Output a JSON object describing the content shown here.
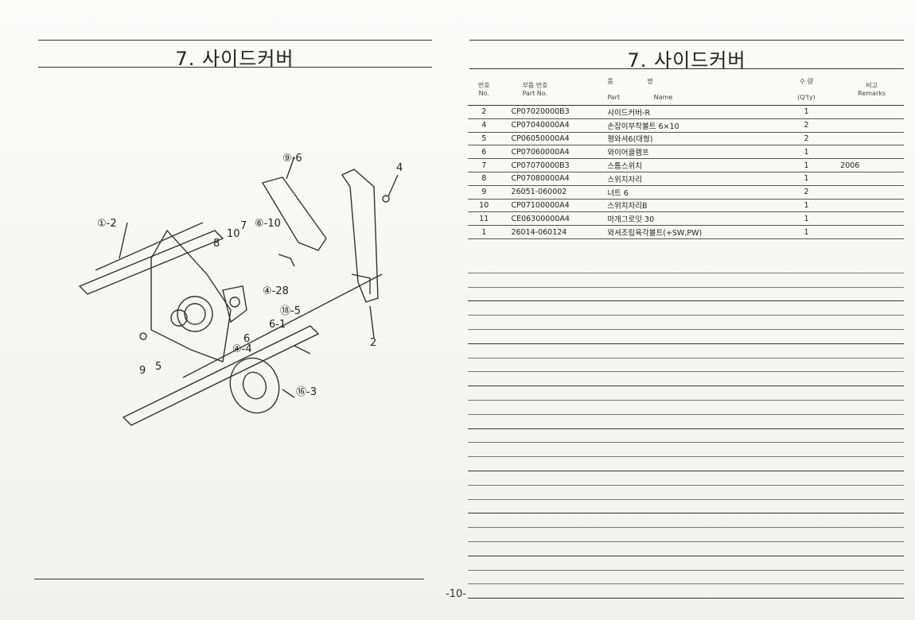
{
  "left": {
    "title": "7. 사이드커버"
  },
  "right": {
    "title": "7. 사이드커버"
  },
  "diagram_labels": {
    "l1": "①-2",
    "l2": "⑨-6",
    "l3": "4",
    "l4": "10",
    "l5": "7",
    "l6": "⑥-10",
    "l7": "8",
    "l8": "④-28",
    "l9": "⑱-5",
    "l10": "6-1",
    "l11": "6",
    "l12": "④-4",
    "l13": "9",
    "l14": "5",
    "l15": "⑯-3",
    "l16": "2"
  },
  "table": {
    "headers": {
      "no_ko": "번호",
      "no_en": "No.",
      "part_ko": "부품 번호",
      "part_en": "Part No.",
      "name_ko_1": "품",
      "name_ko_2": "명",
      "name_en_1": "Part",
      "name_en_2": "Name",
      "qty_ko": "수 량",
      "qty_en": "(Q'ty)",
      "rem_ko": "비고",
      "rem_en": "Remarks"
    },
    "rows": [
      {
        "no": "2",
        "part": "CP07020000B3",
        "name": "사이드커버-R",
        "qty": "1",
        "remarks": ""
      },
      {
        "no": "4",
        "part": "CP07040000A4",
        "name": "손잡이부착볼트 6×10",
        "qty": "2",
        "remarks": ""
      },
      {
        "no": "5",
        "part": "CP06050000A4",
        "name": "평와셔6(대형)",
        "qty": "2",
        "remarks": ""
      },
      {
        "no": "6",
        "part": "CP07060000A4",
        "name": "와이어클램프",
        "qty": "1",
        "remarks": ""
      },
      {
        "no": "7",
        "part": "CP07070000B3",
        "name": "스톱스위치",
        "qty": "1",
        "remarks": "2006"
      },
      {
        "no": "8",
        "part": "CP07080000A4",
        "name": "스위치자리",
        "qty": "1",
        "remarks": ""
      },
      {
        "no": "9",
        "part": "26051-060002",
        "name": "너트 6",
        "qty": "2",
        "remarks": ""
      },
      {
        "no": "10",
        "part": "CP07100000A4",
        "name": "스위치자리B",
        "qty": "1",
        "remarks": ""
      },
      {
        "no": "11",
        "part": "CE06300000A4",
        "name": "마개그로잇 30",
        "qty": "1",
        "remarks": ""
      },
      {
        "no": "1",
        "part": "26014-060124",
        "name": "와셔조립육각볼트(+SW,PW)",
        "qty": "1",
        "remarks": ""
      }
    ]
  },
  "page_number": "-10-"
}
